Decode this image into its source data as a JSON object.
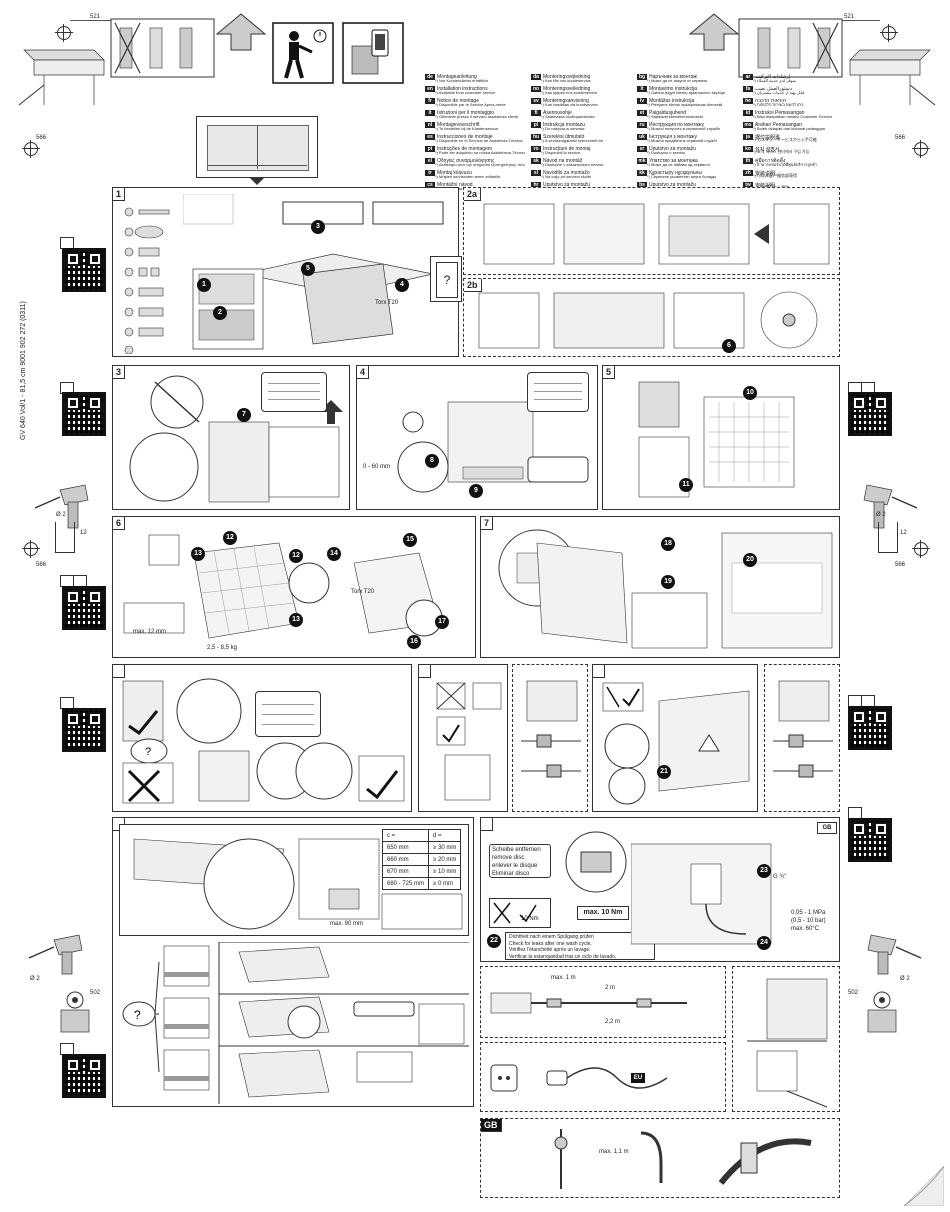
{
  "dimensions": {
    "top_left": "521",
    "top_right": "521",
    "left_566": "566",
    "right_566": "566",
    "left_mid_566": "566",
    "right_mid_566": "566",
    "left_502": "502",
    "right_502": "502",
    "drill_d2": "Ø 2",
    "drill_12": "12"
  },
  "doc_code": "GV 640 Vol/1 - 81,5 cm     9001 902 272 (0311)",
  "languages": [
    {
      "code": "de",
      "t1": "Montageanleitung",
      "t2": "*) Nur Kundendienst erhältlich"
    },
    {
      "code": "en",
      "t1": "Installation instructions",
      "t2": "*) Available from customer service"
    },
    {
      "code": "fr",
      "t1": "Notice de montage",
      "t2": "*) Disponible par le Service Après-vente"
    },
    {
      "code": "it",
      "t1": "Istruzioni per il montaggio",
      "t2": "*) Ottenibile presso il servizio assistenza clienti"
    },
    {
      "code": "nl",
      "t1": "Montagevoorschrift",
      "t2": "*) Te bestellen bij de Klantenservice"
    },
    {
      "code": "es",
      "t1": "Instrucciones de montaje",
      "t2": "*) Disponible en el Servicio de Asistencia Técnica"
    },
    {
      "code": "pt",
      "t1": "Instruções de montagem",
      "t2": "*) Pode ser adquirido na nossa Assistência Técnica"
    },
    {
      "code": "el",
      "t1": "Οδηγίες συναρμολόγησης",
      "t2": "*) Διαθέσιμο από την υπηρεσία εξυπηρέτησης πελατών"
    },
    {
      "code": "tr",
      "t1": "Montaj kılavuzu",
      "t2": "*) Müşteri servisinden temin edilebilir"
    },
    {
      "code": "cs",
      "t1": "Montážní návod",
      "t2": "*) Lze objednat u zákaznického servisu"
    }
  ],
  "languages2": [
    {
      "code": "da",
      "t1": "Monteringsvejledning",
      "t2": "*) Kan fås hos kundeservice"
    },
    {
      "code": "no",
      "t1": "Monteringsveiledning",
      "t2": "*) Kan kjøpes hos kundeservice"
    },
    {
      "code": "sv",
      "t1": "Monteringsanvisning",
      "t2": "*) Kan beställas via kundservice"
    },
    {
      "code": "fi",
      "t1": "Asennusohje",
      "t2": "*) Saatavissa huoltopalvelusta"
    },
    {
      "code": "pl",
      "t1": "Instrukcja montażu",
      "t2": "*) Do nabycia w serwisie"
    },
    {
      "code": "hu",
      "t1": "Szerelési útmutató",
      "t2": "*) A vevőszolgálattól szerezhető be"
    },
    {
      "code": "ro",
      "t1": "Instrucțiuni de montaj",
      "t2": "*) Disponibil la service"
    },
    {
      "code": "sk",
      "t1": "Návod na montáž",
      "t2": "*) Dostupné v zákazníckom servise"
    },
    {
      "code": "sl",
      "t1": "Navodilo za montažo",
      "t2": "*) Na voljo pri servisni službi"
    },
    {
      "code": "hr",
      "t1": "Uputstvo za montažu",
      "t2": "*) Moguće nabaviti preko servisne službe"
    }
  ],
  "languages3": [
    {
      "code": "bg",
      "t1": "Наръчник за монтаж",
      "t2": "*) Може да се закупи от сервиза"
    },
    {
      "code": "lt",
      "t1": "Montavimo instrukcija",
      "t2": "*) Galima įsigyti klientų aptarnavimo skyriuje"
    },
    {
      "code": "lv",
      "t1": "Montāžas instrukcija",
      "t2": "*) Pieejams klientu apkalpošanas dienestā"
    },
    {
      "code": "et",
      "t1": "Paigaldusjuhend",
      "t2": "*) Saadaval klienditeenindusest"
    },
    {
      "code": "ru",
      "t1": "Инструкция по монтажу",
      "t2": "*) Можно получить в сервисной службе"
    },
    {
      "code": "uk",
      "t1": "Інструкція з монтажу",
      "t2": "*) Можна придбати в сервісній службі"
    },
    {
      "code": "sr",
      "t1": "Uputstvo za montažu",
      "t2": "*) Dostupno u servisu"
    },
    {
      "code": "mk",
      "t1": "Упатство за монтажа",
      "t2": "*) Може да се набави од сервисот"
    },
    {
      "code": "kk",
      "t1": "Құрастыру нұсқаулығы",
      "t2": "*) Сервистік қызметтен алуға болады"
    },
    {
      "code": "bs",
      "t1": "Uputstvo za montažu",
      "t2": "*) Moguće nabaviti preko servisa"
    }
  ],
  "languages4": [
    {
      "code": "ar",
      "t1": "إرشادات التركيب",
      "t2": "*) متوفر لدى خدمة العملاء"
    },
    {
      "code": "fa",
      "t1": "دستورالعمل نصب",
      "t2": "*) قابل تهیه از خدمات مشتریان"
    },
    {
      "code": "he",
      "t1": "הוראות הרכבה",
      "t2": "*) ניתן להשיג בשירות הלקוחות"
    },
    {
      "code": "id",
      "t1": "Instruksi Pemasangan",
      "t2": "*) Bisa didapatkan melalui Customer Service"
    },
    {
      "code": "ms",
      "t1": "Arahan Pemasangan",
      "t2": "*) Boleh didapati dari khidmat pelanggan"
    },
    {
      "code": "ja",
      "t1": "据付説明書",
      "t2": "*) カスタマーサービスから入手可能"
    },
    {
      "code": "ko",
      "t1": "설치 설명서",
      "t2": "*) 고객 서비스 센터에서 구입 가능"
    },
    {
      "code": "th",
      "t1": "คู่มือการติดตั้ง",
      "t2": "*) สามารถขอรับได้ที่ศูนย์บริการลูกค้า"
    },
    {
      "code": "zh",
      "t1": "安装说明",
      "t2": "*) 可以从客户服务部获得"
    },
    {
      "code": "tw",
      "t1": "安裝說明",
      "t2": "*) 可向客服中心索取"
    }
  ],
  "steps": {
    "s1": "1",
    "s2a": "2a",
    "s2b": "2b",
    "s3": "3",
    "s4": "4",
    "s5": "5",
    "s6": "6",
    "s7": "7",
    "gb": "GB"
  },
  "step6_labels": {
    "weight": "2,5 - 8,5 kg",
    "max12": "max. 12 mm",
    "torx": "Torx T20"
  },
  "step1_labels": {
    "torx": "Torx T20"
  },
  "step4_labels": {
    "dim": "0 - 60 mm"
  },
  "cd_table": {
    "h1": "c =",
    "h2": "d =",
    "rows": [
      [
        "650 mm",
        "≥ 30 mm"
      ],
      [
        "660 mm",
        "≥ 20 mm"
      ],
      [
        "670 mm",
        "≥ 10 mm"
      ],
      [
        "680 - 725 mm",
        "≥ 0 mm"
      ]
    ]
  },
  "plinth_note": "max. 90 mm",
  "water": {
    "disc_de": "Scheibe entfernen",
    "disc_en": "remove disc",
    "disc_fr": "enlever le disque",
    "disc_es": "Eliminar disco",
    "torque": "max. 10 Nm",
    "torque_small": "10 Nm",
    "check_de": "Dichtheit nach einem Spülgang prüfen",
    "check_en": "Check for leaks after one wash cycle.",
    "check_fr": "Vérifiez l'étanchéité après un lavage.",
    "check_es": "Verificar la estanqueidad tras un ciclo de lavado.",
    "pressure": "0,05 - 1 MPa",
    "pressure2": "(0,5 - 10 bar)",
    "temp": "max. 60°C",
    "gb": "GB",
    "g34": "G ¾\"",
    "hose_max": "max. 1 m",
    "hose_2m": "2 m",
    "hose_22": "2,2 m"
  },
  "electric": {
    "eu": "EU",
    "gb": "GB"
  },
  "gb_section": {
    "max11": "max. 1,1 m"
  }
}
